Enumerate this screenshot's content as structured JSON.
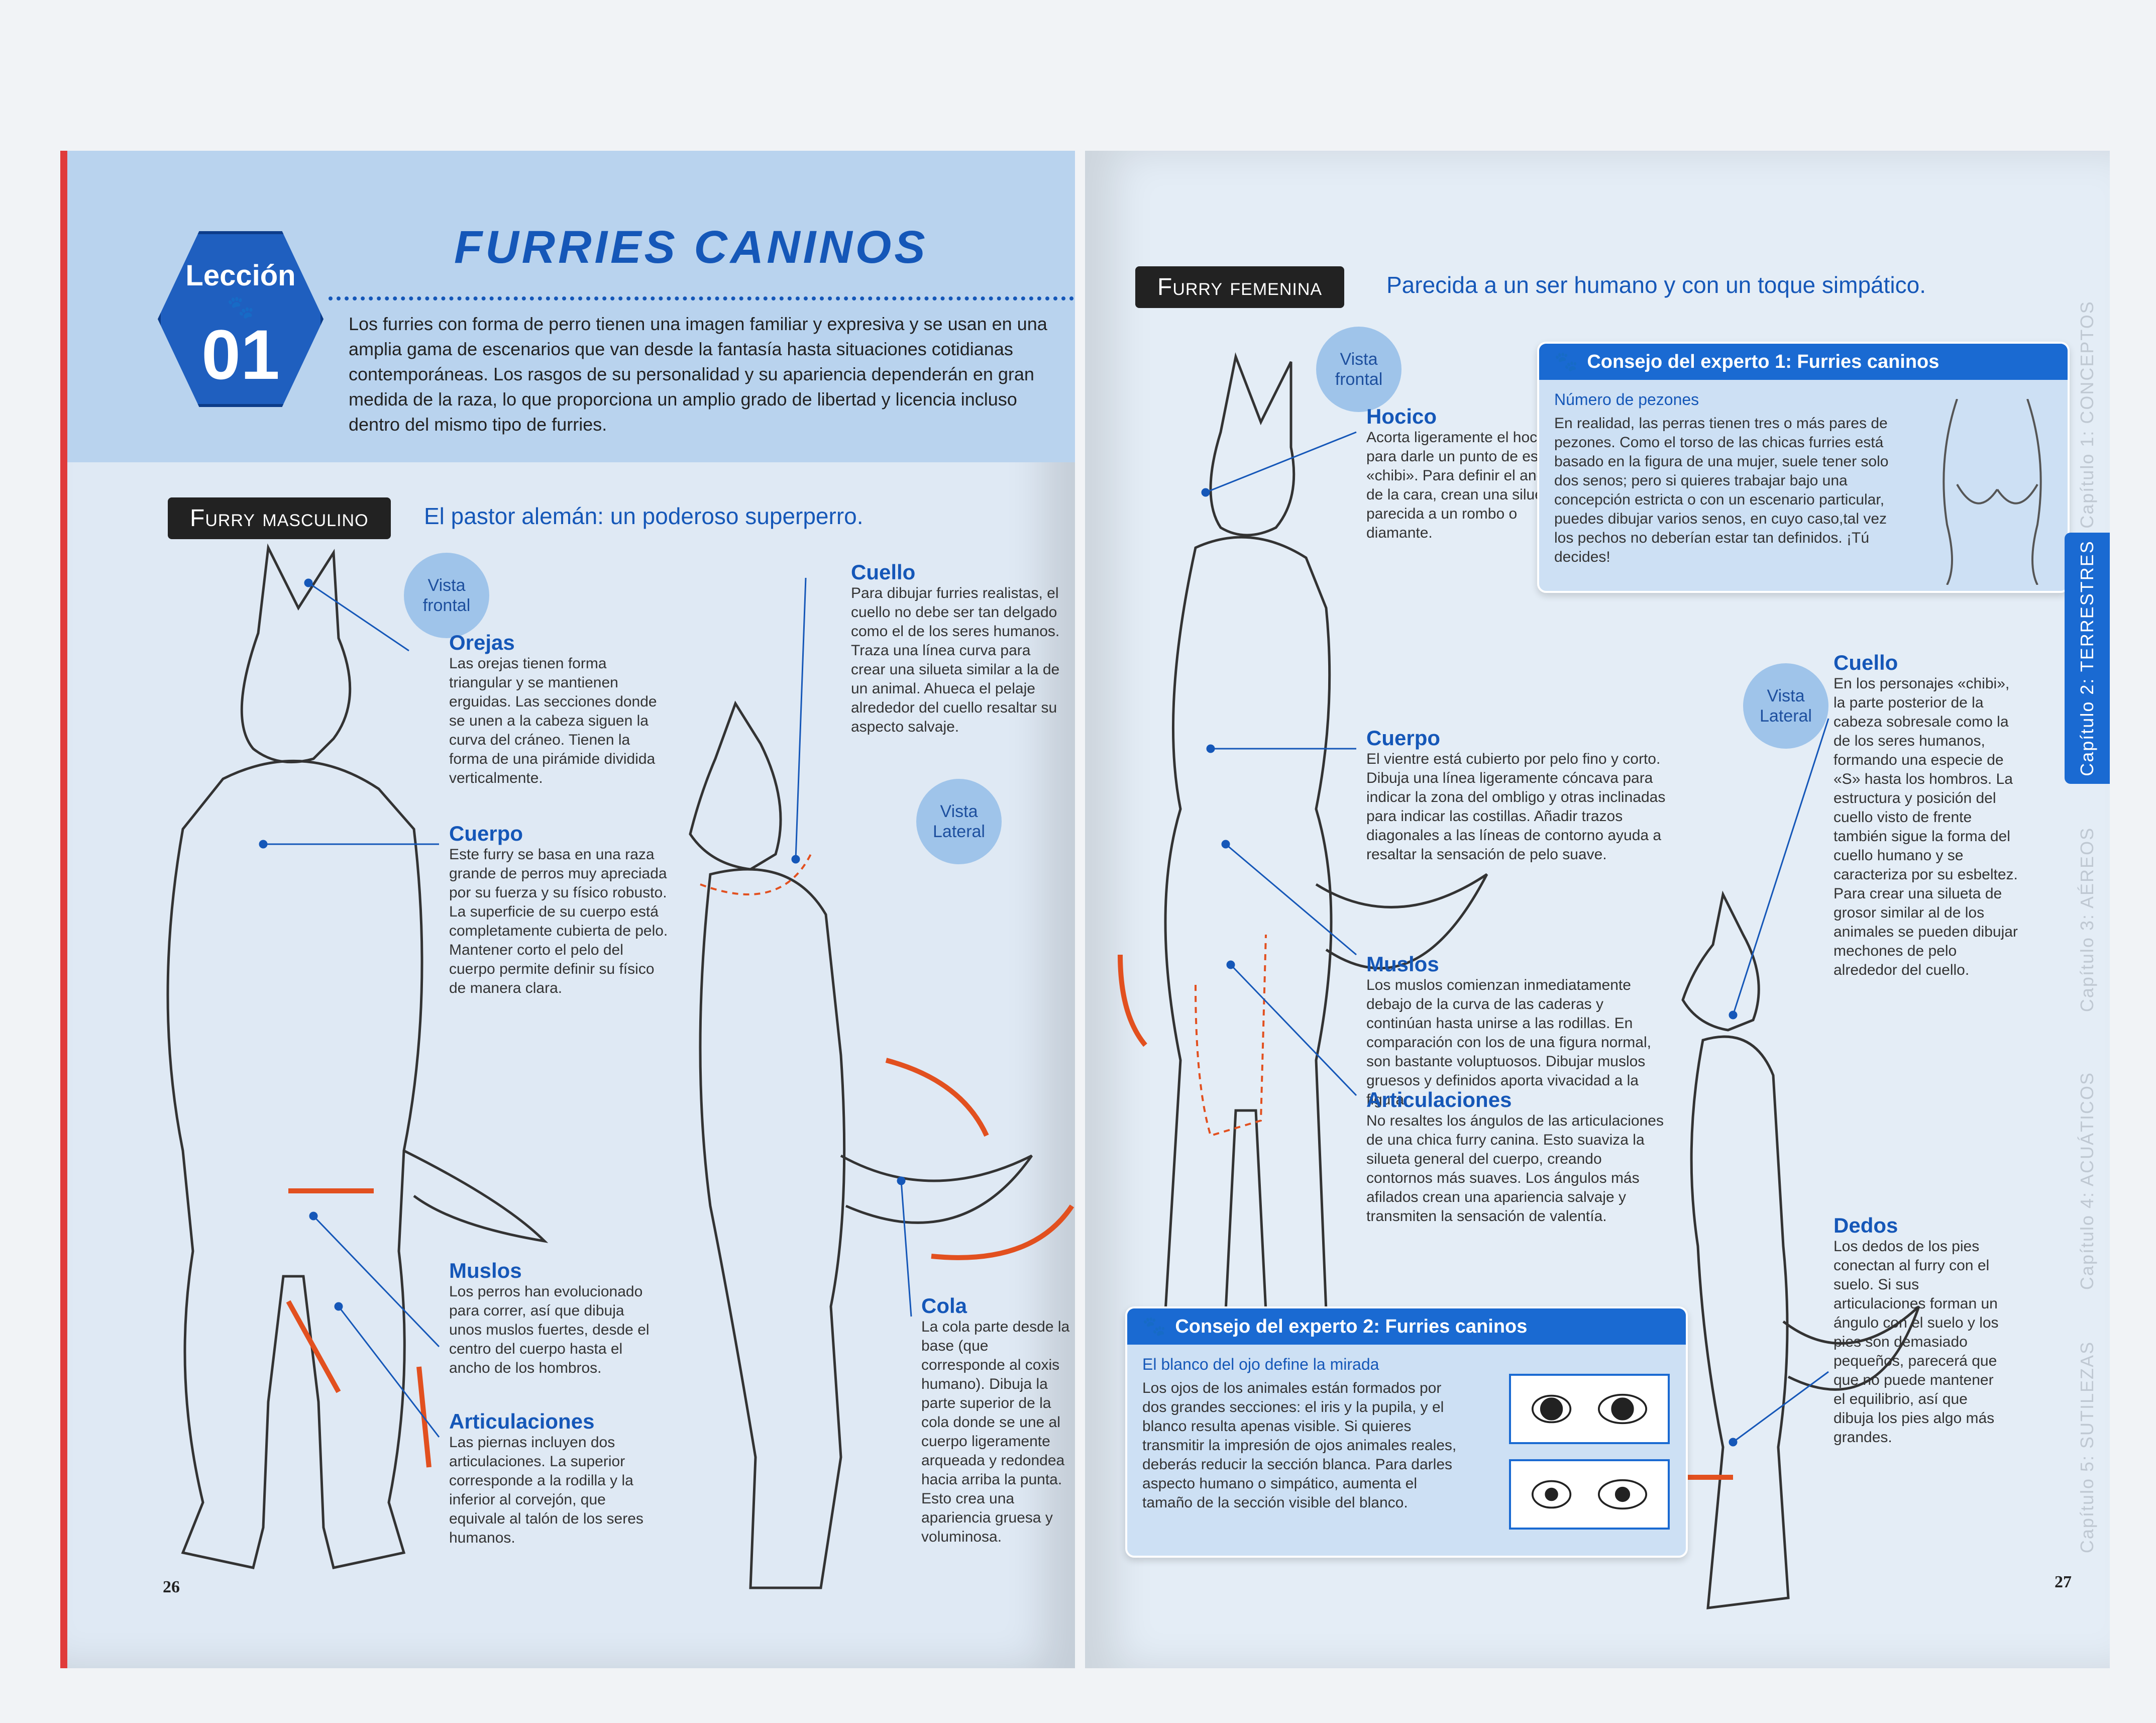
{
  "lesson": {
    "label": "Lección",
    "number": "01",
    "title": "FURRIES CANINOS"
  },
  "intro": "Los furries con forma de perro tienen una imagen familiar y expresiva y se usan en una amplia gama de escenarios que van desde la fantasía hasta situaciones cotidianas contemporáneas. Los rasgos de su personalidad y su apariencia dependerán en gran medida de la raza, lo que proporciona un amplio grado de libertad y licencia incluso dentro del mismo tipo de furries.",
  "left": {
    "section": "Furry masculino",
    "subtitle": "El pastor alemán: un poderoso superperro.",
    "bubble_front": [
      "Vista",
      "frontal"
    ],
    "bubble_side": [
      "Vista",
      "Lateral"
    ],
    "notes": {
      "orejas": {
        "title": "Orejas",
        "text": "Las orejas tienen forma triangular y se mantienen erguidas. Las secciones donde se unen a la cabeza siguen la curva del cráneo. Tienen la forma de una pirámide dividida verticalmente."
      },
      "cuerpo": {
        "title": "Cuerpo",
        "text": "Este furry se basa en una raza grande de perros muy apreciada por su fuerza y su físico robusto. La superficie de su cuerpo está completamente cubierta de pelo. Mantener corto el pelo del cuerpo permite definir su físico de manera clara."
      },
      "muslos": {
        "title": "Muslos",
        "text": "Los perros han evolucionado para correr, así que dibuja unos muslos fuertes, desde el centro del cuerpo hasta el ancho de los hombros."
      },
      "articulaciones": {
        "title": "Articulaciones",
        "text": "Las piernas incluyen dos articulaciones. La superior corresponde a la rodilla y la inferior al corvejón, que equivale al talón de los seres humanos."
      },
      "cuello": {
        "title": "Cuello",
        "text": "Para dibujar furries realistas, el cuello no debe ser tan delgado como el de los seres humanos. Traza una línea curva para crear una silueta similar a la de un animal. Ahueca el pelaje alrededor del cuello resaltar su aspecto salvaje."
      },
      "cola": {
        "title": "Cola",
        "text": "La cola parte desde la base (que corresponde al coxis humano). Dibuja la parte superior de la cola donde se une al cuerpo ligeramente arqueada y redondea hacia arriba la punta. Esto crea una apariencia gruesa y voluminosa."
      }
    },
    "page_number": "26"
  },
  "right": {
    "section": "Furry femenina",
    "subtitle": "Parecida a un ser humano y con un toque simpático.",
    "bubble_front": [
      "Vista",
      "frontal"
    ],
    "bubble_side": [
      "Vista",
      "Lateral"
    ],
    "notes": {
      "hocico": {
        "title": "Hocico",
        "text": "Acorta ligeramente el hocico para darle un punto de estilo «chibi». Para definir el ancho de la cara, crean una silueta parecida a un rombo o diamante."
      },
      "cuerpo": {
        "title": "Cuerpo",
        "text": "El vientre está cubierto por pelo fino y corto. Dibuja una línea ligeramente cóncava para indicar la zona del ombligo y otras inclinadas para indicar las costillas. Añadir trazos diagonales a las líneas de contorno ayuda a resaltar la sensación de pelo suave."
      },
      "muslos": {
        "title": "Muslos",
        "text": "Los muslos comienzan inmediatamente debajo de la curva de las caderas y continúan hasta unirse a las rodillas. En comparación con los de una figura normal, son bastante voluptuosos. Dibujar muslos gruesos y definidos aporta vivacidad a la figura."
      },
      "articulaciones": {
        "title": "Articulaciones",
        "text": "No resaltes los ángulos de las articulaciones de una chica furry canina. Esto suaviza la silueta general del cuerpo, creando contornos más suaves. Los ángulos más afilados crean una apariencia salvaje y transmiten la sensación de valentía."
      },
      "cuello": {
        "title": "Cuello",
        "text": "En los personajes «chibi», la parte posterior de la cabeza sobresale como la de los seres humanos, formando una especie de «S» hasta los hombros. La estructura y posición del cuello visto de frente también sigue la forma del cuello humano y se caracteriza por su esbeltez. Para crear una silueta de grosor similar al de los animales se pueden dibujar mechones de pelo alrededor del cuello."
      },
      "dedos": {
        "title": "Dedos",
        "text": "Los dedos de los pies conectan al furry con el suelo. Si sus articulaciones forman un ángulo con el suelo y los pies son demasiado pequeños, parecerá que que no puede mantener el equilibrio, así que dibuja los pies algo más grandes."
      }
    },
    "tip1": {
      "title": "Consejo del experto 1: Furries caninos",
      "subtitle": "Número de pezones",
      "text": "En realidad, las perras tienen tres o más pares de pezones. Como el torso de las chicas furries está basado en la figura de una mujer, suele tener solo dos senos; pero si quieres trabajar bajo una concepción estricta o con un escenario particular, puedes dibujar varios senos, en cuyo caso,tal vez los pechos no deberían estar tan definidos. ¡Tú decides!"
    },
    "tip2": {
      "title": "Consejo del experto 2: Furries caninos",
      "subtitle": "El blanco del ojo define la mirada",
      "text": "Los ojos de los animales están formados por dos grandes secciones: el iris y la pupila, y el blanco resulta apenas visible. Si quieres transmitir la impresión de ojos animales reales, deberás reducir la sección blanca. Para darles aspecto humano o simpático, aumenta el tamaño de la sección visible del blanco."
    },
    "tabs": [
      {
        "label": "Capítulo 1: CONCEPTOS",
        "active": false
      },
      {
        "label": "Capítulo 2: TERRESTRES",
        "active": true
      },
      {
        "label": "Capítulo 3: AÉREOS",
        "active": false
      },
      {
        "label": "Capítulo 4: ACUÁTICOS",
        "active": false
      },
      {
        "label": "Capítulo 5: SUTILEZAS",
        "active": false
      }
    ],
    "page_number": "27"
  },
  "colors": {
    "accent": "#1a6ad2",
    "arrow": "#e2501f",
    "band": "#b9d3ee"
  }
}
